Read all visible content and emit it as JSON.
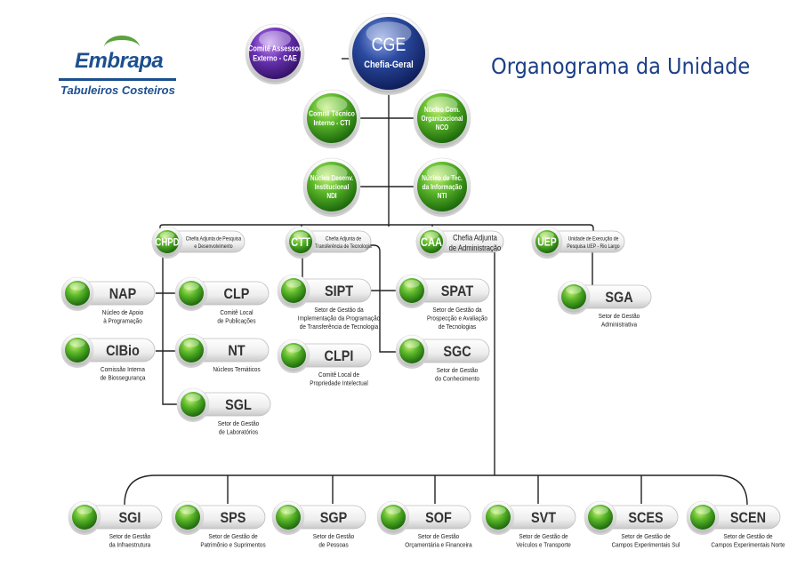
{
  "logo": {
    "brand": "Embrapa",
    "unit": "Tabuleiros Costeiros"
  },
  "title": "Organograma da Unidade",
  "colors": {
    "green": "#3f9b1d",
    "purple": "#5a2a9c",
    "blue": "#1d3a86",
    "title": "#1c3f86"
  },
  "top": {
    "cge": {
      "code": "CGE",
      "label": "Chefia-Geral"
    },
    "cae": {
      "lines": [
        "Comitê Assessor",
        "Externo - CAE"
      ]
    },
    "cti": {
      "lines": [
        "Comitê Técnico",
        "Interno - CTI"
      ]
    },
    "nco": {
      "lines": [
        "Núcleo Com.",
        "Organizacional",
        "NCO"
      ]
    },
    "ndi": {
      "lines": [
        "Núcleo Desenv.",
        "Institucional",
        "NDI"
      ]
    },
    "nti": {
      "lines": [
        "Núcleo de Tec.",
        "da Informação",
        "NTI"
      ]
    }
  },
  "chefias": [
    {
      "code": "CHPD",
      "lines": [
        "Chefia Adjunta de Pesquisa",
        "e Desenvolvimento"
      ]
    },
    {
      "code": "CTT",
      "lines": [
        "Chefia Adjunta de",
        "Transferência de Tecnologia"
      ]
    },
    {
      "code": "CAA",
      "lines": [
        "Chefia Adjunta",
        "de Administração"
      ]
    },
    {
      "code": "UEP",
      "lines": [
        "Unidade de Execução de",
        "Pesquisa UEP - Rio Largo"
      ]
    }
  ],
  "units": {
    "nap": {
      "code": "NAP",
      "desc": [
        "Núcleo de Apoio",
        "à Programação"
      ]
    },
    "clp": {
      "code": "CLP",
      "desc": [
        "Comitê Local",
        "de Publicações"
      ]
    },
    "cibio": {
      "code": "CIBio",
      "desc": [
        "Comissão Interna",
        "de Biossegurança"
      ]
    },
    "nt": {
      "code": "NT",
      "desc": [
        "Núcleos Temáticos"
      ]
    },
    "sgl": {
      "code": "SGL",
      "desc": [
        "Setor de Gestão",
        "de Laboratórios"
      ]
    },
    "sipt": {
      "code": "SIPT",
      "desc": [
        "Setor de Gestão da",
        "Implementação da Programação",
        "de Transferência de Tecnologia"
      ]
    },
    "clpi": {
      "code": "CLPI",
      "desc": [
        "Comitê Local de",
        "Propriedade Intelectual"
      ]
    },
    "spat": {
      "code": "SPAT",
      "desc": [
        "Setor de Gestão da",
        "Prospecção e Avaliação",
        "de Tecnologias"
      ]
    },
    "sgc": {
      "code": "SGC",
      "desc": [
        "Setor de Gestão",
        "do Conhecimento"
      ]
    },
    "sga": {
      "code": "SGA",
      "desc": [
        "Setor de Gestão",
        "Administrativa"
      ]
    },
    "sgi": {
      "code": "SGI",
      "desc": [
        "Setor de Gestão",
        "da Infraestrutura"
      ]
    },
    "sps": {
      "code": "SPS",
      "desc": [
        "Setor de Gestão de",
        "Patrimônio e Suprimentos"
      ]
    },
    "sgp": {
      "code": "SGP",
      "desc": [
        "Setor de Gestão",
        "de Pessoas"
      ]
    },
    "sof": {
      "code": "SOF",
      "desc": [
        "Setor de Gestão",
        "Orçamentária e Financeira"
      ]
    },
    "svt": {
      "code": "SVT",
      "desc": [
        "Setor de Gestão de",
        "Veículos e Transporte"
      ]
    },
    "sces": {
      "code": "SCES",
      "desc": [
        "Setor de Gestão de",
        "Campos Experimentais Sul"
      ]
    },
    "scen": {
      "code": "SCEN",
      "desc": [
        "Setor de Gestão de",
        "Campos Experimentais Norte"
      ]
    }
  }
}
